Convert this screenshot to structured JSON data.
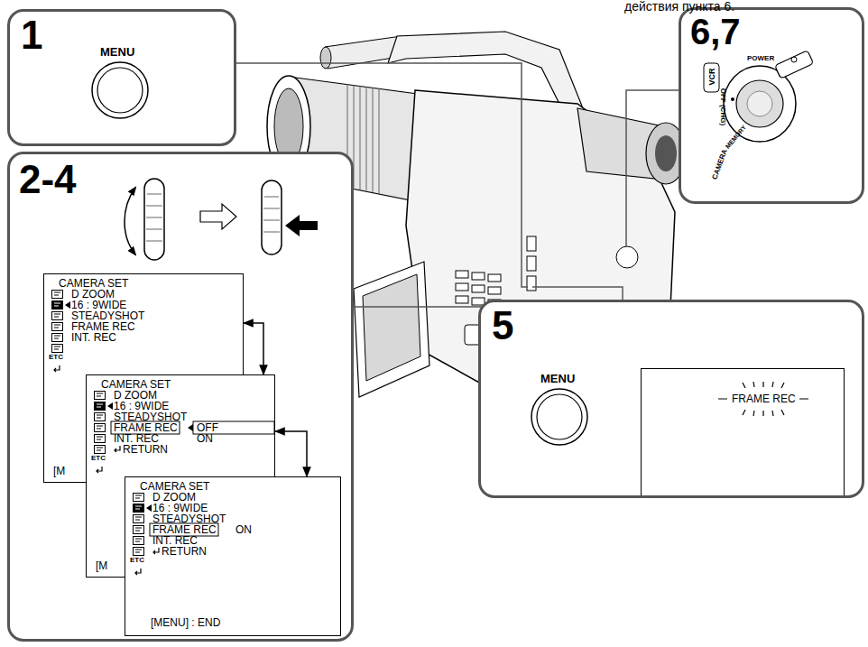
{
  "diagram": {
    "nodes": [
      {
        "text": [
          "1",
          "MENU"
        ]
      },
      {
        "text": [
          "6,7",
          "POWER",
          "VCR",
          "OFF (CHG)",
          "MEMORY",
          "CAMERA"
        ]
      },
      {
        "text": [
          "2-4"
        ]
      },
      {
        "text": [
          "CAMERA SET",
          "D ZOOM",
          "16 : 9WIDE",
          "STEADYSHOT",
          "FRAME REC",
          "INT. REC",
          "ETC",
          "[M"
        ],
        "in": 2
      },
      {
        "text": [
          "CAMERA SET",
          "D ZOOM",
          "16 : 9WIDE",
          "STEADYSHOT",
          "FRAME REC",
          "OFF",
          "INT. REC",
          "ON",
          "RETURN",
          "ETC",
          "[M"
        ],
        "in": 2
      },
      {
        "text": [
          "CAMERA SET",
          "D ZOOM",
          "16 : 9WIDE",
          "STEADYSHOT",
          "FRAME REC",
          "ON",
          "INT. REC",
          "RETURN",
          "ETC",
          "[MENU] : END"
        ],
        "in": 2
      },
      {
        "text": [
          "5",
          "MENU"
        ]
      },
      {
        "text": [
          "FRAME REC"
        ],
        "in": 6
      }
    ],
    "edges": [
      {
        "from": 3,
        "to": 4,
        "arrow": "both"
      },
      {
        "from": 4,
        "to": 5,
        "arrow": "both"
      }
    ],
    "labels": [
      "действия пункта 6."
    ]
  }
}
